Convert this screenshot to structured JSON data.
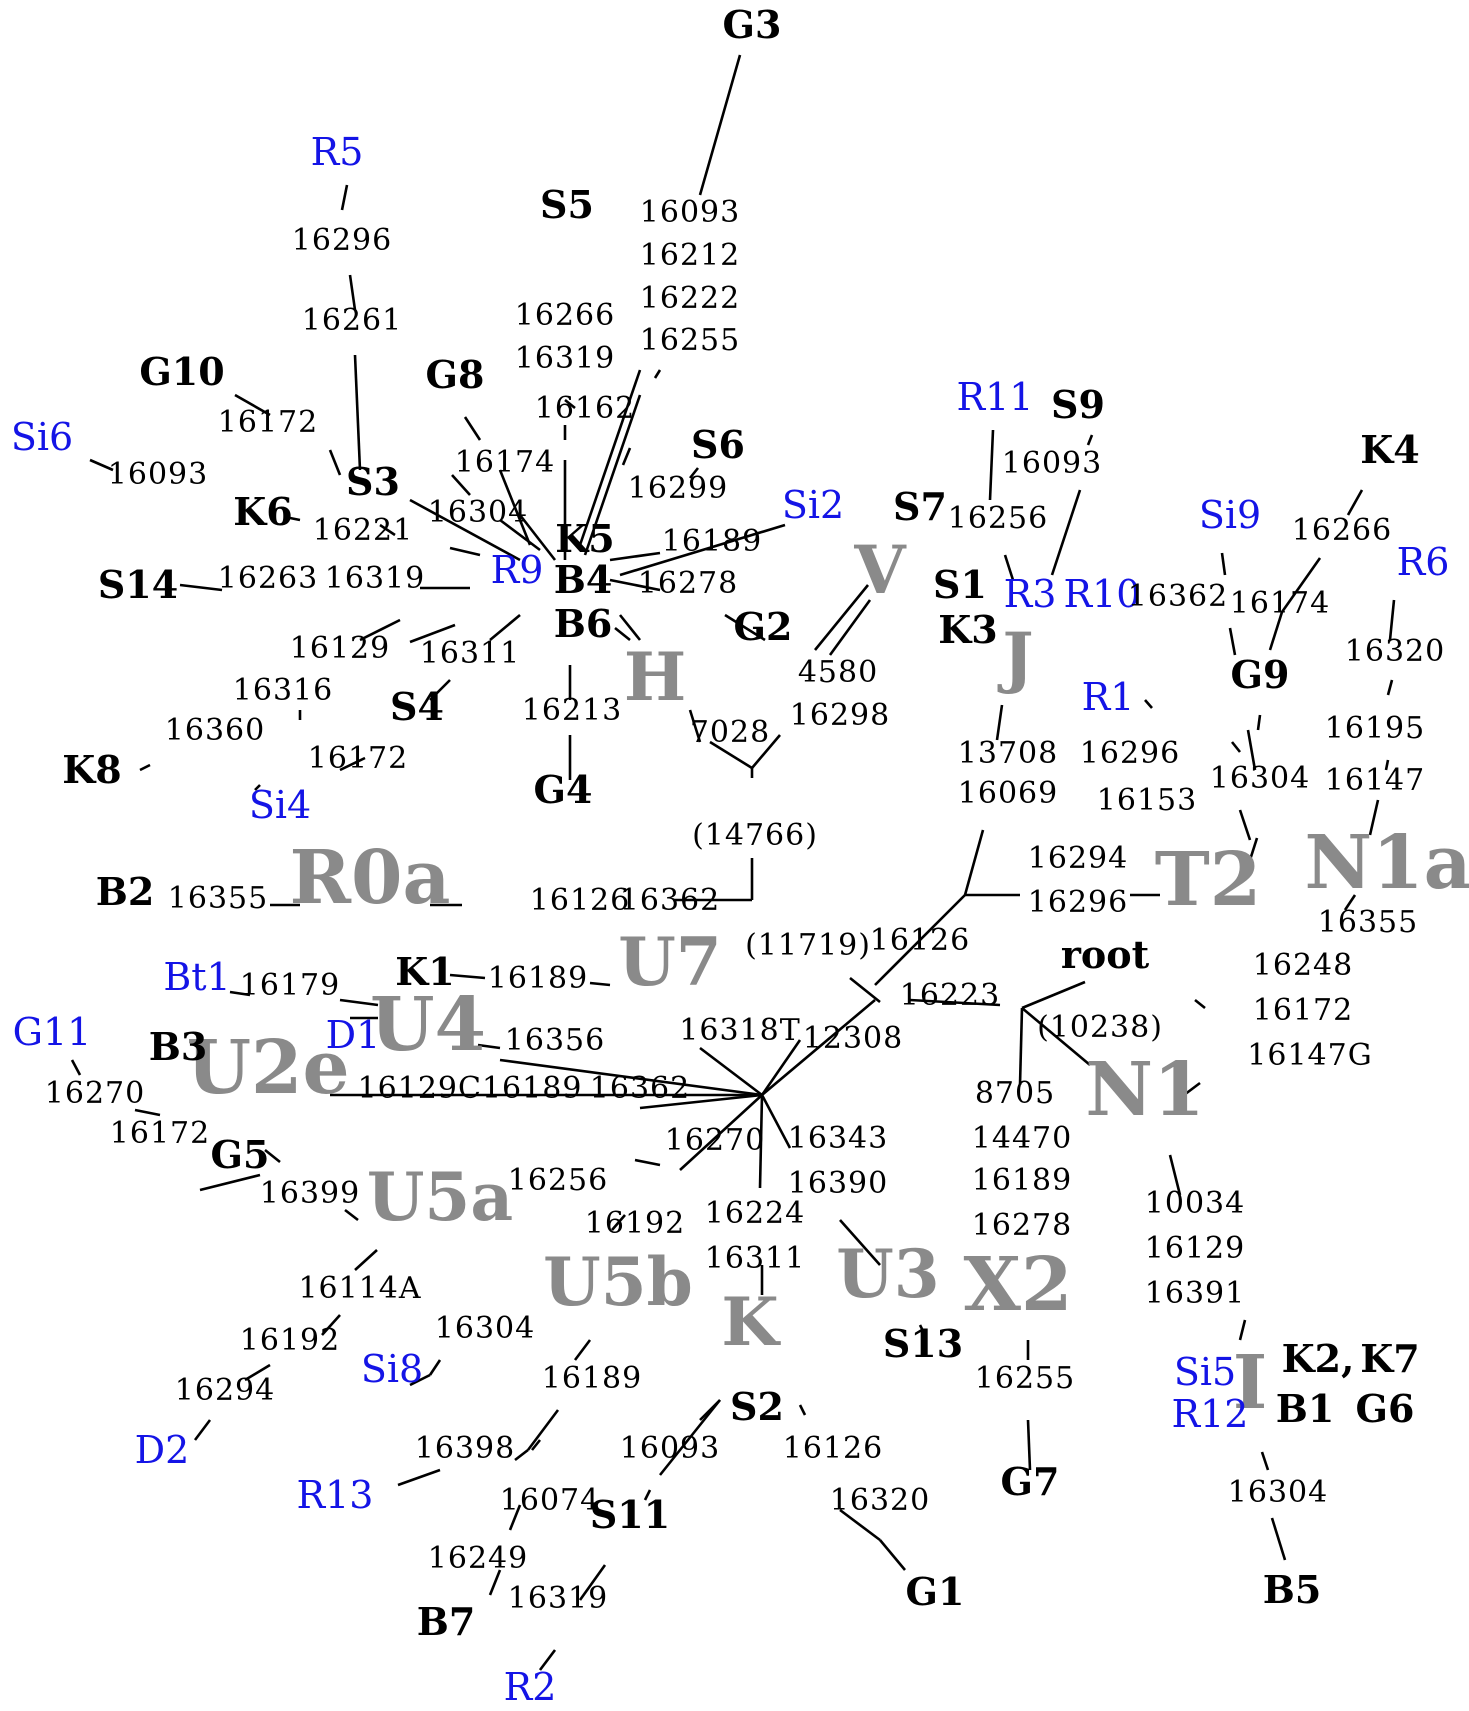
{
  "figure": {
    "type": "median-joining network",
    "colors": {
      "sample": "#000000",
      "highlighted_sample": "#1414e6",
      "haplogroup": "#8a8a8a",
      "mutation": "#000000"
    },
    "haplogroups": [
      "R0a",
      "H",
      "V",
      "J",
      "T2",
      "N1a",
      "N1",
      "I",
      "X2",
      "K",
      "U3",
      "U5b",
      "U5a",
      "U2e",
      "U4",
      "U7"
    ],
    "root_label": "root",
    "samples_black": [
      "G3",
      "S5",
      "G10",
      "G8",
      "S6",
      "S3",
      "K6",
      "K5",
      "B4",
      "B6",
      "G2",
      "S7",
      "S9",
      "K4",
      "S1",
      "K3",
      "S14",
      "G9",
      "S4",
      "K8",
      "G4",
      "B2",
      "K1",
      "B3",
      "G5",
      "S2",
      "S11",
      "S13",
      "G7",
      "G1",
      "B7",
      "B5",
      "K2, K7",
      "B1",
      "G6"
    ],
    "samples_blue": [
      "R5",
      "Si6",
      "R9",
      "Si2",
      "R11",
      "Si9",
      "R6",
      "R3",
      "R10",
      "R1",
      "Si4",
      "Bt1",
      "D1",
      "G11",
      "Si8",
      "D2",
      "R13",
      "R2",
      "Si5",
      "R12"
    ],
    "median_vectors": [
      "(14766)",
      "(11719)",
      "(10238)"
    ]
  }
}
